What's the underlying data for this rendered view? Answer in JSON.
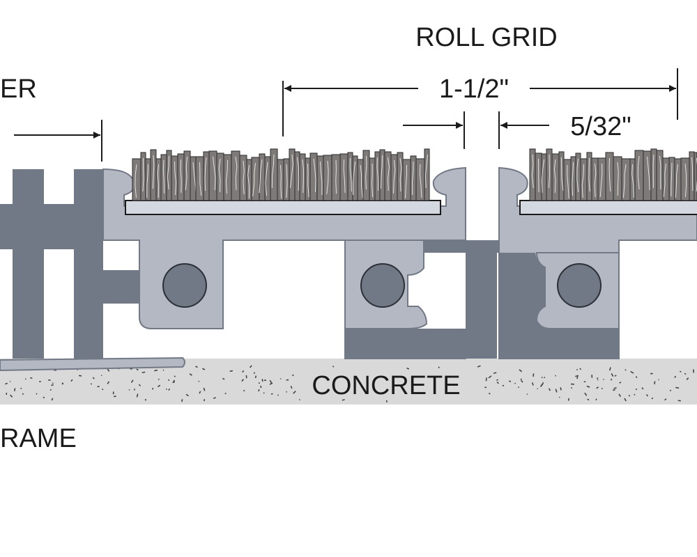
{
  "labels": {
    "roll_grid": "ROLL GRID",
    "dim_width": "1-1/2\"",
    "dim_gap": "5/32\"",
    "partial_top_left": "ER",
    "concrete": "CONCRETE",
    "partial_bottom_left": "RAME"
  },
  "colors": {
    "rail_light": "#b3b8c2",
    "rail_dark": "#727986",
    "insert_fill": "#d4d8e0",
    "concrete_fill": "#d9d9d9",
    "speckle": "#3a3a3a",
    "bristle": "#7d7a78",
    "ink": "#1a1a1a"
  },
  "icons": {
    "dimension_arrow": "arrowhead",
    "brush_bristles": "bristle-strip",
    "hinge_pin": "circle-pin"
  }
}
